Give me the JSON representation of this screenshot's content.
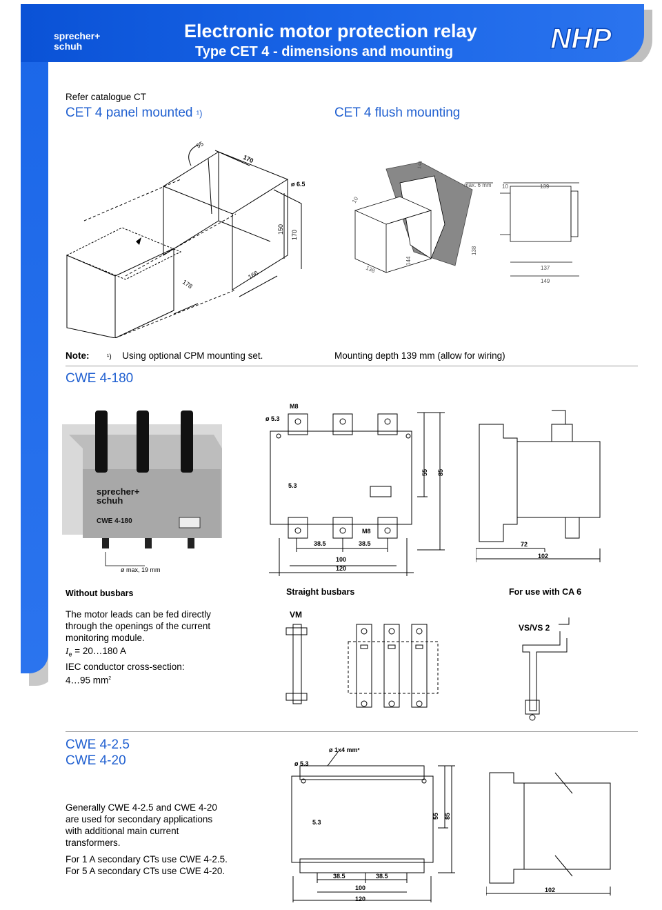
{
  "header": {
    "brand_line1": "sprecher+",
    "brand_line2": "schuh",
    "title": "Electronic motor protection relay",
    "subtitle": "Type CET 4 - dimensions and mounting",
    "nhp_logo": "NHP",
    "accent_color": "#1a66e8"
  },
  "cet4": {
    "refer": "Refer catalogue CT",
    "panel_heading": "CET 4  panel mounted",
    "panel_footnote_mark": "¹)",
    "flush_heading": "CET 4  flush mounting",
    "panel_dims": [
      "95",
      "170",
      "ø 6.5",
      "150",
      "170",
      "178",
      "166"
    ],
    "flush_dims": [
      "max. 6 mm",
      "10",
      "139",
      "10",
      "138",
      "137",
      "149",
      "144",
      "144",
      "138"
    ],
    "note_label": "Note:",
    "note_mark": "¹)",
    "note_text": "Using optional CPM mounting set.",
    "mounting_depth": "Mounting depth 139 mm (allow for wiring)"
  },
  "cwe180": {
    "heading": "CWE 4-180",
    "photo_label_brand": "sprecher+",
    "photo_label_brand2": "schuh",
    "photo_label_model": "CWE 4-180",
    "diam_note": "ø max, 19 mm",
    "dims": {
      "m8_top": "M8",
      "hole": "ø 5.3",
      "slot": "5.3",
      "d55": "55",
      "d85": "85",
      "d38a": "38.5",
      "d38b": "38.5",
      "m8_bottom": "M8",
      "d100": "100",
      "d120": "120",
      "d72": "72",
      "d102": "102"
    },
    "col_without": "Without busbars",
    "col_straight": "Straight busbars",
    "col_ca6": "For use with CA 6",
    "desc": [
      "The motor leads can be fed directly",
      "through the openings of the current",
      "monitoring module."
    ],
    "ie_symbol": "I",
    "ie_sub": "e",
    "ie_value": " = 20…180 A",
    "iec": "IEC conductor cross-section:",
    "iec_value": "4…95 mm",
    "iec_sup": "2",
    "vm": "VM",
    "vsvs2": "VS/VS 2"
  },
  "cwe25": {
    "heading1": "CWE 4-2.5",
    "heading2": "CWE 4-20",
    "dims": {
      "wire": "ø 1x4 mm²",
      "hole": "ø 5.3",
      "slot": "5.3",
      "d55": "55",
      "d85": "85",
      "d38a": "38.5",
      "d38b": "38.5",
      "d100": "100",
      "d120": "120",
      "d102": "102"
    },
    "desc": [
      "Generally CWE 4-2.5 and CWE 4-20",
      "are used for secondary applications",
      "with additional main current",
      "transformers."
    ],
    "note1": "For 1 A secondary CTs use CWE 4-2.5.",
    "note2": "For 5 A secondary CTs use CWE 4-20."
  }
}
